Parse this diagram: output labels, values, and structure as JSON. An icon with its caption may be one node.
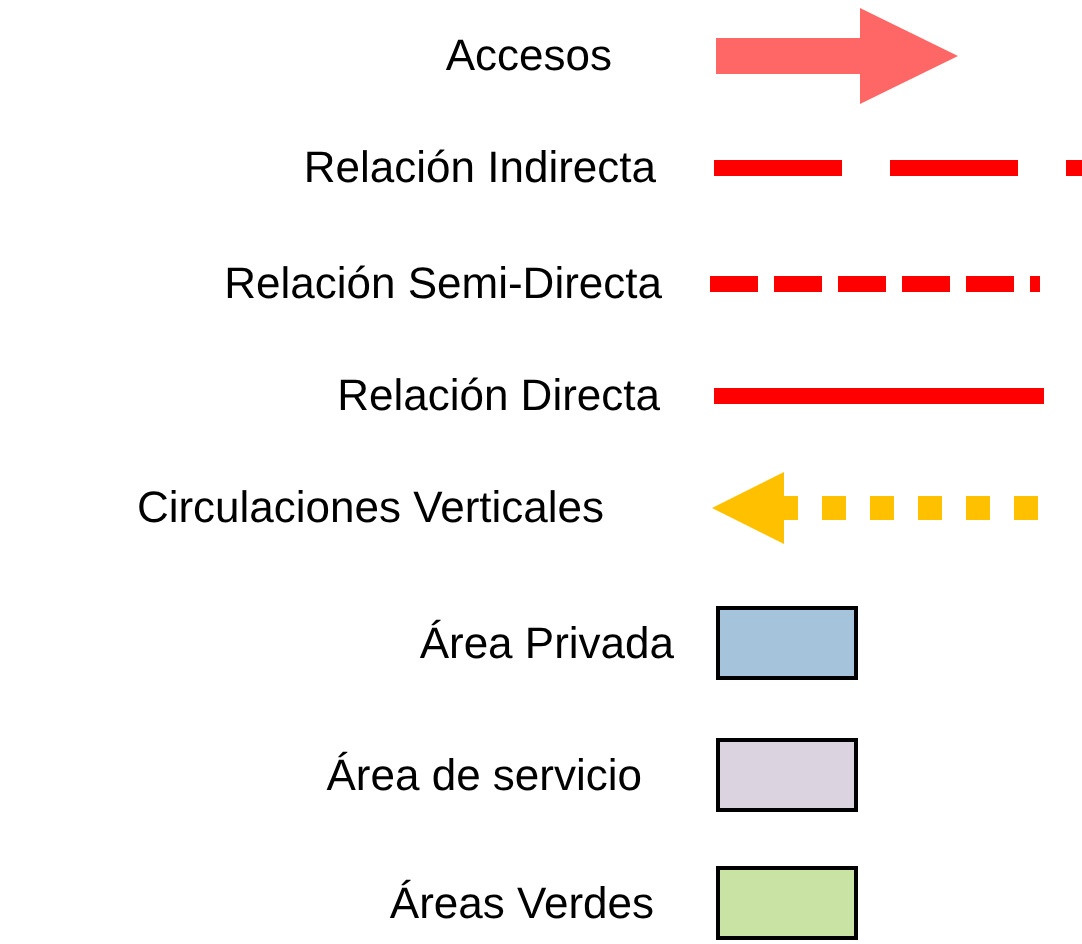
{
  "diagram": {
    "legend": [
      {
        "text": "Accesos"
      },
      {
        "text": "Relación Indirecta"
      },
      {
        "text": "Relación Semi-Directa"
      },
      {
        "text": "Relación Directa"
      },
      {
        "text": "Circulaciones Verticales"
      },
      {
        "text": "Área Privada",
        "color": "#a6c3dc"
      },
      {
        "text": "Área de servicio",
        "color": "#dcd3e0"
      },
      {
        "text": "Áreas Verdes",
        "color": "#c9e3a4"
      }
    ]
  }
}
